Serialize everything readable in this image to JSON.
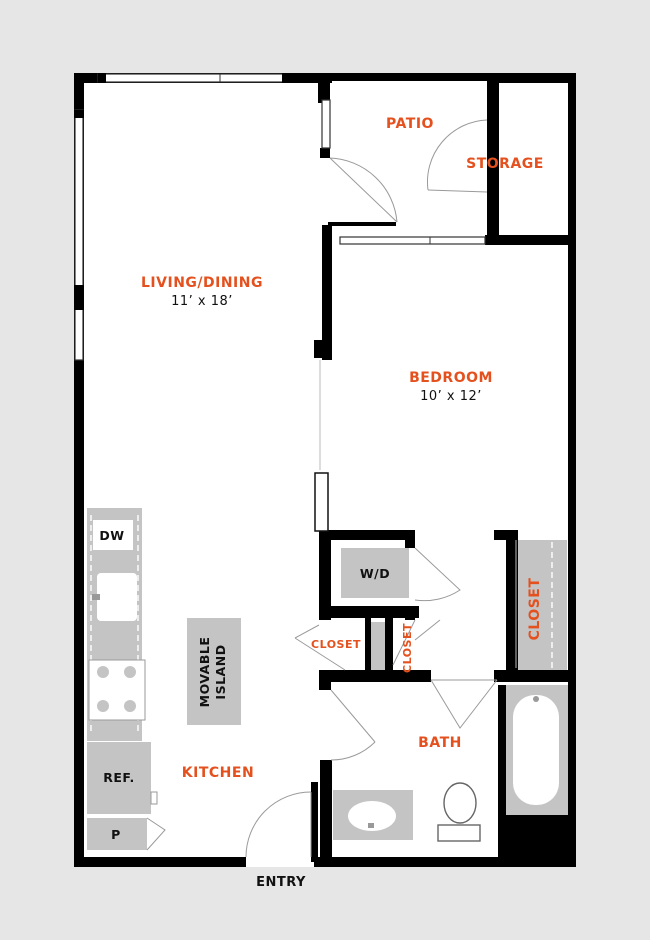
{
  "rooms": {
    "living_dining": {
      "name": "LIVING/DINING",
      "dims": "11’ x 18’"
    },
    "bedroom": {
      "name": "BEDROOM",
      "dims": "10’ x 12’"
    },
    "patio": "PATIO",
    "storage": "STORAGE",
    "kitchen": "KITCHEN",
    "bath": "BATH",
    "closet_left": "CLOSET",
    "closet_mid": "CLOSET",
    "closet_right": "CLOSET"
  },
  "fixtures": {
    "dishwasher": "DW",
    "washer_dryer": "W/D",
    "refrigerator": "REF.",
    "pantry": "P",
    "island_line1": "MOVABLE",
    "island_line2": "ISLAND"
  },
  "entry": "ENTRY",
  "colors": {
    "room_label": "#e4511e",
    "wall": "#000000",
    "appliance": "#c4c4c4",
    "background": "#e6e6e6"
  }
}
